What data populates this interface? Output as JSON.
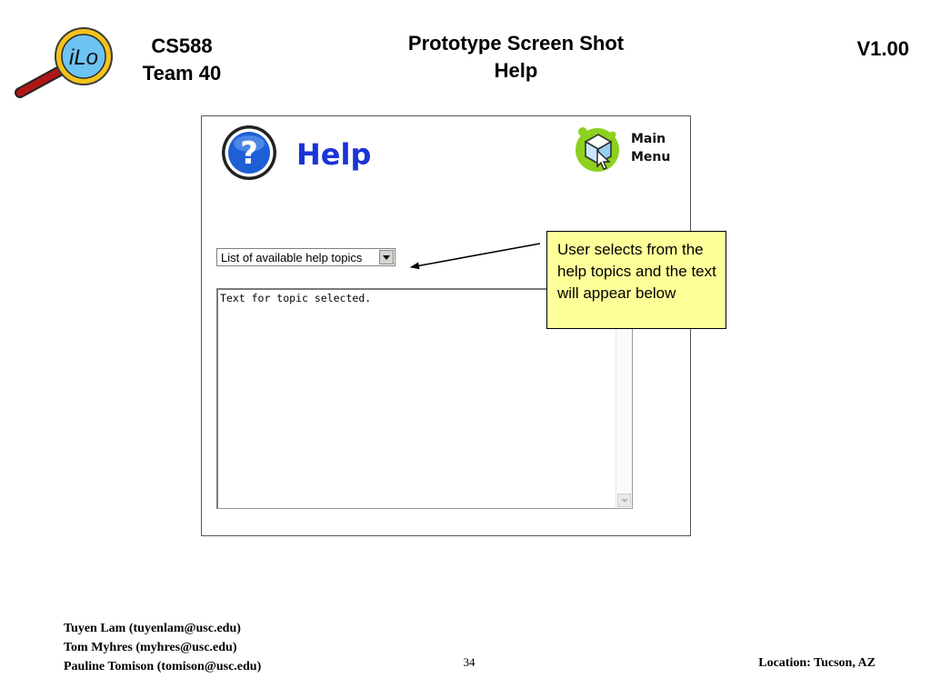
{
  "header": {
    "logo_text": "iLo",
    "course_line1": "CS588",
    "course_line2": "Team 40",
    "title_line1": "Prototype Screen Shot",
    "title_line2": "Help",
    "version": "V1.00"
  },
  "app": {
    "help_icon_symbol": "?",
    "help_title": "Help",
    "main_menu_line1": "Main",
    "main_menu_line2": "Menu",
    "topic_select": {
      "selected_value": "List of available help topics"
    },
    "topic_text": "Text for topic selected."
  },
  "callout": {
    "text": "User selects from the help topics and the text will appear below"
  },
  "footer": {
    "authors": [
      "Tuyen Lam (tuyenlam@usc.edu)",
      "Tom Myhres (myhres@usc.edu)",
      "Pauline Tomison (tomison@usc.edu)"
    ],
    "page_number": "34",
    "location": "Location:  Tucson, AZ"
  },
  "colors": {
    "help_title": "#1a34d6",
    "callout_bg": "#ffff99",
    "help_icon_blue": "#1e5fd6",
    "main_menu_icon_green": "#8ed01e",
    "logo_red": "#b01616"
  },
  "icons": {
    "logo": "magnifier-logo-icon",
    "help": "question-mark-icon",
    "main_menu": "cube-cursor-icon",
    "dropdown": "chevron-down-icon"
  }
}
